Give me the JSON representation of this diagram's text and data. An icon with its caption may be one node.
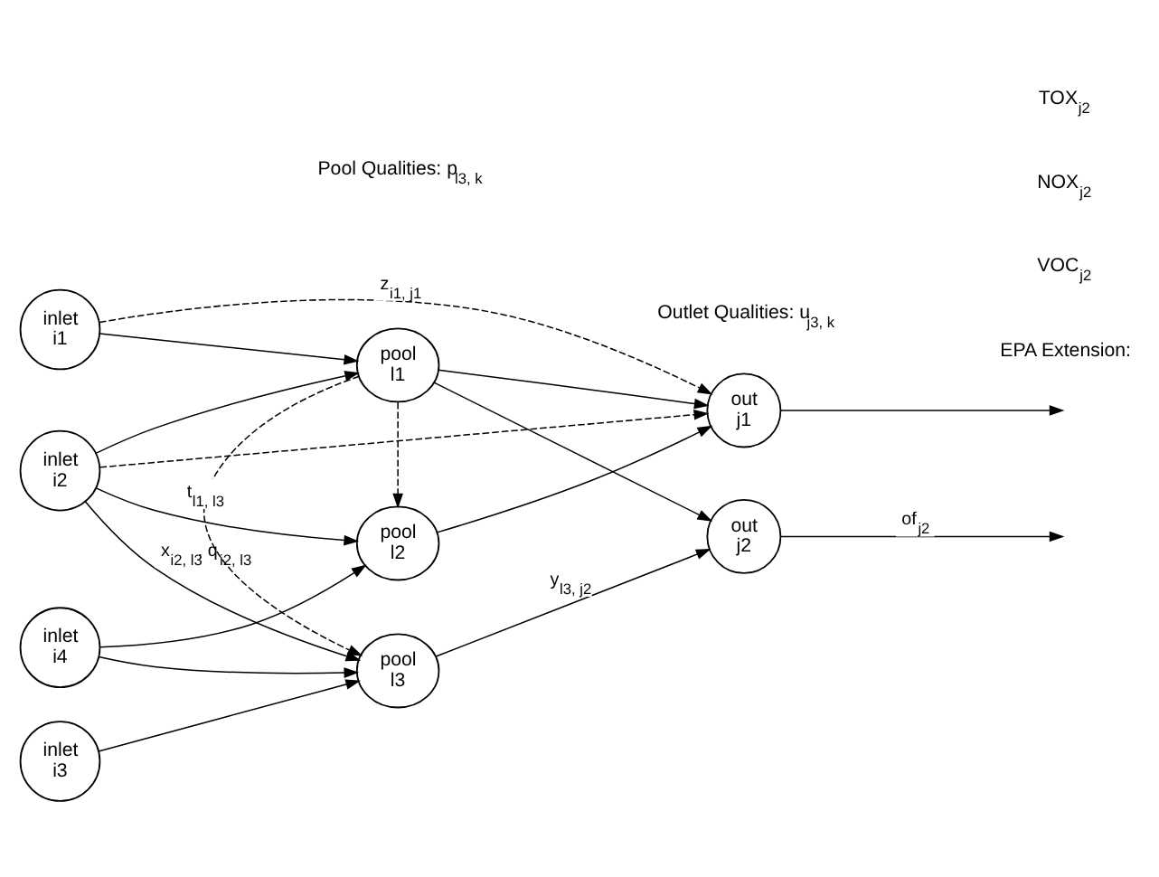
{
  "diagram": {
    "nodes": [
      {
        "text": [
          "inlet i1"
        ]
      },
      {
        "text": [
          "inlet i2"
        ]
      },
      {
        "text": [
          "inlet i3"
        ]
      },
      {
        "text": [
          "inlet i4"
        ]
      },
      {
        "text": [
          "pool l1"
        ]
      },
      {
        "text": [
          "pool l2"
        ]
      },
      {
        "text": [
          "pool l3"
        ]
      },
      {
        "text": [
          "out j1"
        ]
      },
      {
        "text": [
          "out j2"
        ]
      }
    ],
    "edges": [
      {
        "from": 0,
        "to": 4,
        "arrow": "to"
      },
      {
        "from": 0,
        "to": 7,
        "arrow": "to",
        "style": "dashed",
        "label": "z$_{i1, j1}$"
      },
      {
        "from": 1,
        "to": 4,
        "arrow": "to"
      },
      {
        "from": 1,
        "to": 7,
        "arrow": "to",
        "style": "dashed"
      },
      {
        "from": 1,
        "to": 5,
        "arrow": "to"
      },
      {
        "from": 1,
        "to": 6,
        "arrow": "to",
        "label": "x$_{i2, l3}$, q$_{i2, l3}$"
      },
      {
        "from": 2,
        "to": 6,
        "arrow": "to"
      },
      {
        "from": 3,
        "to": 5,
        "arrow": "to"
      },
      {
        "from": 3,
        "to": 6,
        "arrow": "to"
      },
      {
        "from": 4,
        "to": 7,
        "arrow": "to"
      },
      {
        "from": 4,
        "to": 8,
        "arrow": "to"
      },
      {
        "from": 4,
        "to": 5,
        "arrow": "to",
        "style": "dashed"
      },
      {
        "from": 4,
        "to": 6,
        "arrow": "to",
        "style": "dashed",
        "label": "t$_{l1, l3}$"
      },
      {
        "from": 5,
        "to": 7,
        "arrow": "to"
      },
      {
        "from": 6,
        "to": 8,
        "arrow": "to",
        "label": "y$_{l3, j2}$"
      },
      {
        "from": 7,
        "to": null,
        "arrow": "to"
      },
      {
        "from": 8,
        "to": null,
        "arrow": "to",
        "label": "of$_{j2}$"
      }
    ],
    "labels": [
      "Outlet Qualities: u$_{j3, k}$",
      "Pool Qualities: p$_{l3, k}$",
      "EPA Extension:",
      "VOC$_{j2}$",
      "NOX$_{j2}$",
      "TOX$_{j2}$"
    ]
  }
}
